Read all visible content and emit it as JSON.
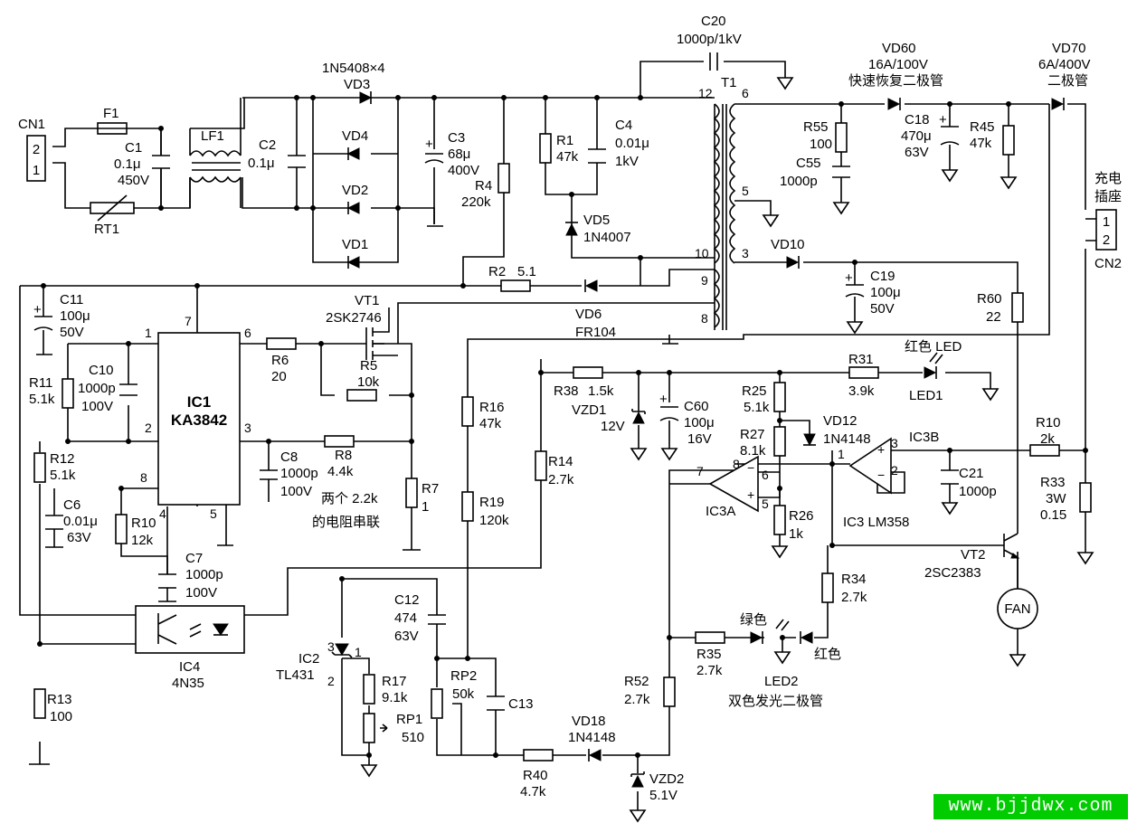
{
  "watermark": "www.bjjdwx.com",
  "input": {
    "connector": "CN1",
    "pins": [
      "2",
      "1"
    ],
    "fuse": "F1",
    "thermistor": "RT1",
    "filter": "LF1",
    "c1": {
      "ref": "C1",
      "v1": "0.1μ",
      "v2": "450V"
    },
    "c2": {
      "ref": "C2",
      "v1": "0.1μ"
    }
  },
  "bridge": {
    "type": "1N5408×4",
    "vd3": "VD3",
    "vd4": "VD4",
    "vd2": "VD2",
    "vd1": "VD1",
    "c3": {
      "ref": "C3",
      "v1": "68μ",
      "v2": "400V"
    },
    "r4": {
      "ref": "R4",
      "v1": "220k"
    }
  },
  "snubber": {
    "r1": {
      "ref": "R1",
      "v1": "47k"
    },
    "c4": {
      "ref": "C4",
      "v1": "0.01μ",
      "v2": "1kV"
    },
    "vd5": {
      "ref": "VD5",
      "v1": "1N4007"
    },
    "c20": {
      "ref": "C20",
      "v1": "1000p/1kV"
    }
  },
  "transformer": {
    "ref": "T1",
    "pins": [
      "12",
      "6",
      "5",
      "10",
      "3",
      "9",
      "8"
    ]
  },
  "output": {
    "vd60": {
      "ref": "VD60",
      "v1": "16A/100V",
      "v2": "快速恢复二极管"
    },
    "vd70": {
      "ref": "VD70",
      "v1": "6A/400V",
      "v2": "二极管"
    },
    "r55": {
      "ref": "R55",
      "v1": "100"
    },
    "c55": {
      "ref": "C55",
      "v1": "1000p"
    },
    "c18": {
      "ref": "C18",
      "v1": "470μ",
      "v2": "63V"
    },
    "r45": {
      "ref": "R45",
      "v1": "47k"
    },
    "cn2": {
      "ref": "CN2",
      "title1": "充电",
      "title2": "插座",
      "pins": [
        "1",
        "2"
      ]
    },
    "vd10": {
      "ref": "VD10"
    },
    "c19": {
      "ref": "C19",
      "v1": "100μ",
      "v2": "50V"
    },
    "r60": {
      "ref": "R60",
      "v1": "22"
    }
  },
  "pwm": {
    "ic1": {
      "ref": "IC1",
      "part": "KA3842",
      "pins": [
        "7",
        "6",
        "1",
        "2",
        "3",
        "8",
        "4",
        "5"
      ]
    },
    "c11": {
      "ref": "C11",
      "v1": "100μ",
      "v2": "50V"
    },
    "r2": {
      "ref": "R2",
      "v1": "5.1"
    },
    "vd6": {
      "ref": "VD6",
      "v1": "FR104"
    },
    "vt1": {
      "ref": "VT1",
      "v1": "2SK2746"
    },
    "r6": {
      "ref": "R6",
      "v1": "20"
    },
    "r5": {
      "ref": "R5",
      "v1": "10k"
    },
    "r11": {
      "ref": "R11",
      "v1": "5.1k"
    },
    "c10": {
      "ref": "C10",
      "v1": "1000p",
      "v2": "100V"
    },
    "r8": {
      "ref": "R8",
      "v1": "4.4k"
    },
    "c8": {
      "ref": "C8",
      "v1": "1000p",
      "v2": "100V"
    },
    "r7": {
      "ref": "R7",
      "v1": "1"
    },
    "note": {
      "l1": "两个 2.2k",
      "l2": "的电阻串联"
    },
    "r12": {
      "ref": "R12",
      "v1": "5.1k"
    },
    "c6": {
      "ref": "C6",
      "v1": "0.01μ",
      "v2": "63V"
    },
    "r10": {
      "ref": "R10",
      "v1": "12k"
    },
    "c7": {
      "ref": "C7",
      "v1": "1000p",
      "v2": "100V"
    },
    "ic4": {
      "ref": "IC4",
      "v1": "4N35"
    },
    "r13": {
      "ref": "R13",
      "v1": "100"
    }
  },
  "feedback": {
    "r16": {
      "ref": "R16",
      "v1": "47k"
    },
    "r19": {
      "ref": "R19",
      "v1": "120k"
    },
    "r14": {
      "ref": "R14",
      "v1": "2.7k"
    },
    "c12": {
      "ref": "C12",
      "v1": "474",
      "v2": "63V"
    },
    "ic2": {
      "ref": "IC2",
      "v1": "TL431",
      "p3": "3",
      "p1": "1",
      "p2": "2"
    },
    "r17": {
      "ref": "R17",
      "v1": "9.1k"
    },
    "rp1": {
      "ref": "RP1",
      "v1": "510"
    },
    "rp2": {
      "ref": "RP2",
      "v1": "50k"
    },
    "c13": {
      "ref": "C13"
    },
    "r40": {
      "ref": "R40",
      "v1": "4.7k"
    },
    "vd18": {
      "ref": "VD18",
      "v1": "1N4148"
    },
    "vzd2": {
      "ref": "VZD2",
      "v1": "5.1V"
    },
    "r52": {
      "ref": "R52",
      "v1": "2.7k"
    }
  },
  "charge": {
    "r38": {
      "ref": "R38",
      "v1": "1.5k"
    },
    "vzd1": {
      "ref": "VZD1",
      "v1": "12V"
    },
    "c60": {
      "ref": "C60",
      "v1": "100μ",
      "v2": "16V"
    },
    "r31": {
      "ref": "R31",
      "v1": "3.9k"
    },
    "led1": {
      "ref": "LED1",
      "v1": "红色 LED"
    },
    "r25": {
      "ref": "R25",
      "v1": "5.1k"
    },
    "r27": {
      "ref": "R27",
      "v1": "8.1k"
    },
    "vd12": {
      "ref": "VD12",
      "v1": "1N4148"
    },
    "r26": {
      "ref": "R26",
      "v1": "1k"
    },
    "ic3a": {
      "ref": "IC3A",
      "pins": [
        "7",
        "8",
        "6",
        "5"
      ]
    },
    "ic3b": {
      "ref": "IC3B",
      "pins": [
        "3",
        "1",
        "2"
      ]
    },
    "ic3": {
      "v1": "IC3 LM358"
    },
    "c21": {
      "ref": "C21",
      "v1": "1000p"
    },
    "r10b": {
      "ref": "R10",
      "v1": "2k"
    },
    "r33": {
      "ref": "R33",
      "v1": "3W",
      "v2": "0.15"
    },
    "vt2": {
      "ref": "VT2",
      "v1": "2SC2383"
    },
    "fan": "FAN",
    "r34": {
      "ref": "R34",
      "v1": "2.7k"
    },
    "r35": {
      "ref": "R35",
      "v1": "2.7k"
    },
    "led2": {
      "ref": "LED2",
      "green": "绿色",
      "red": "红色",
      "v1": "双色发光二极管"
    }
  }
}
